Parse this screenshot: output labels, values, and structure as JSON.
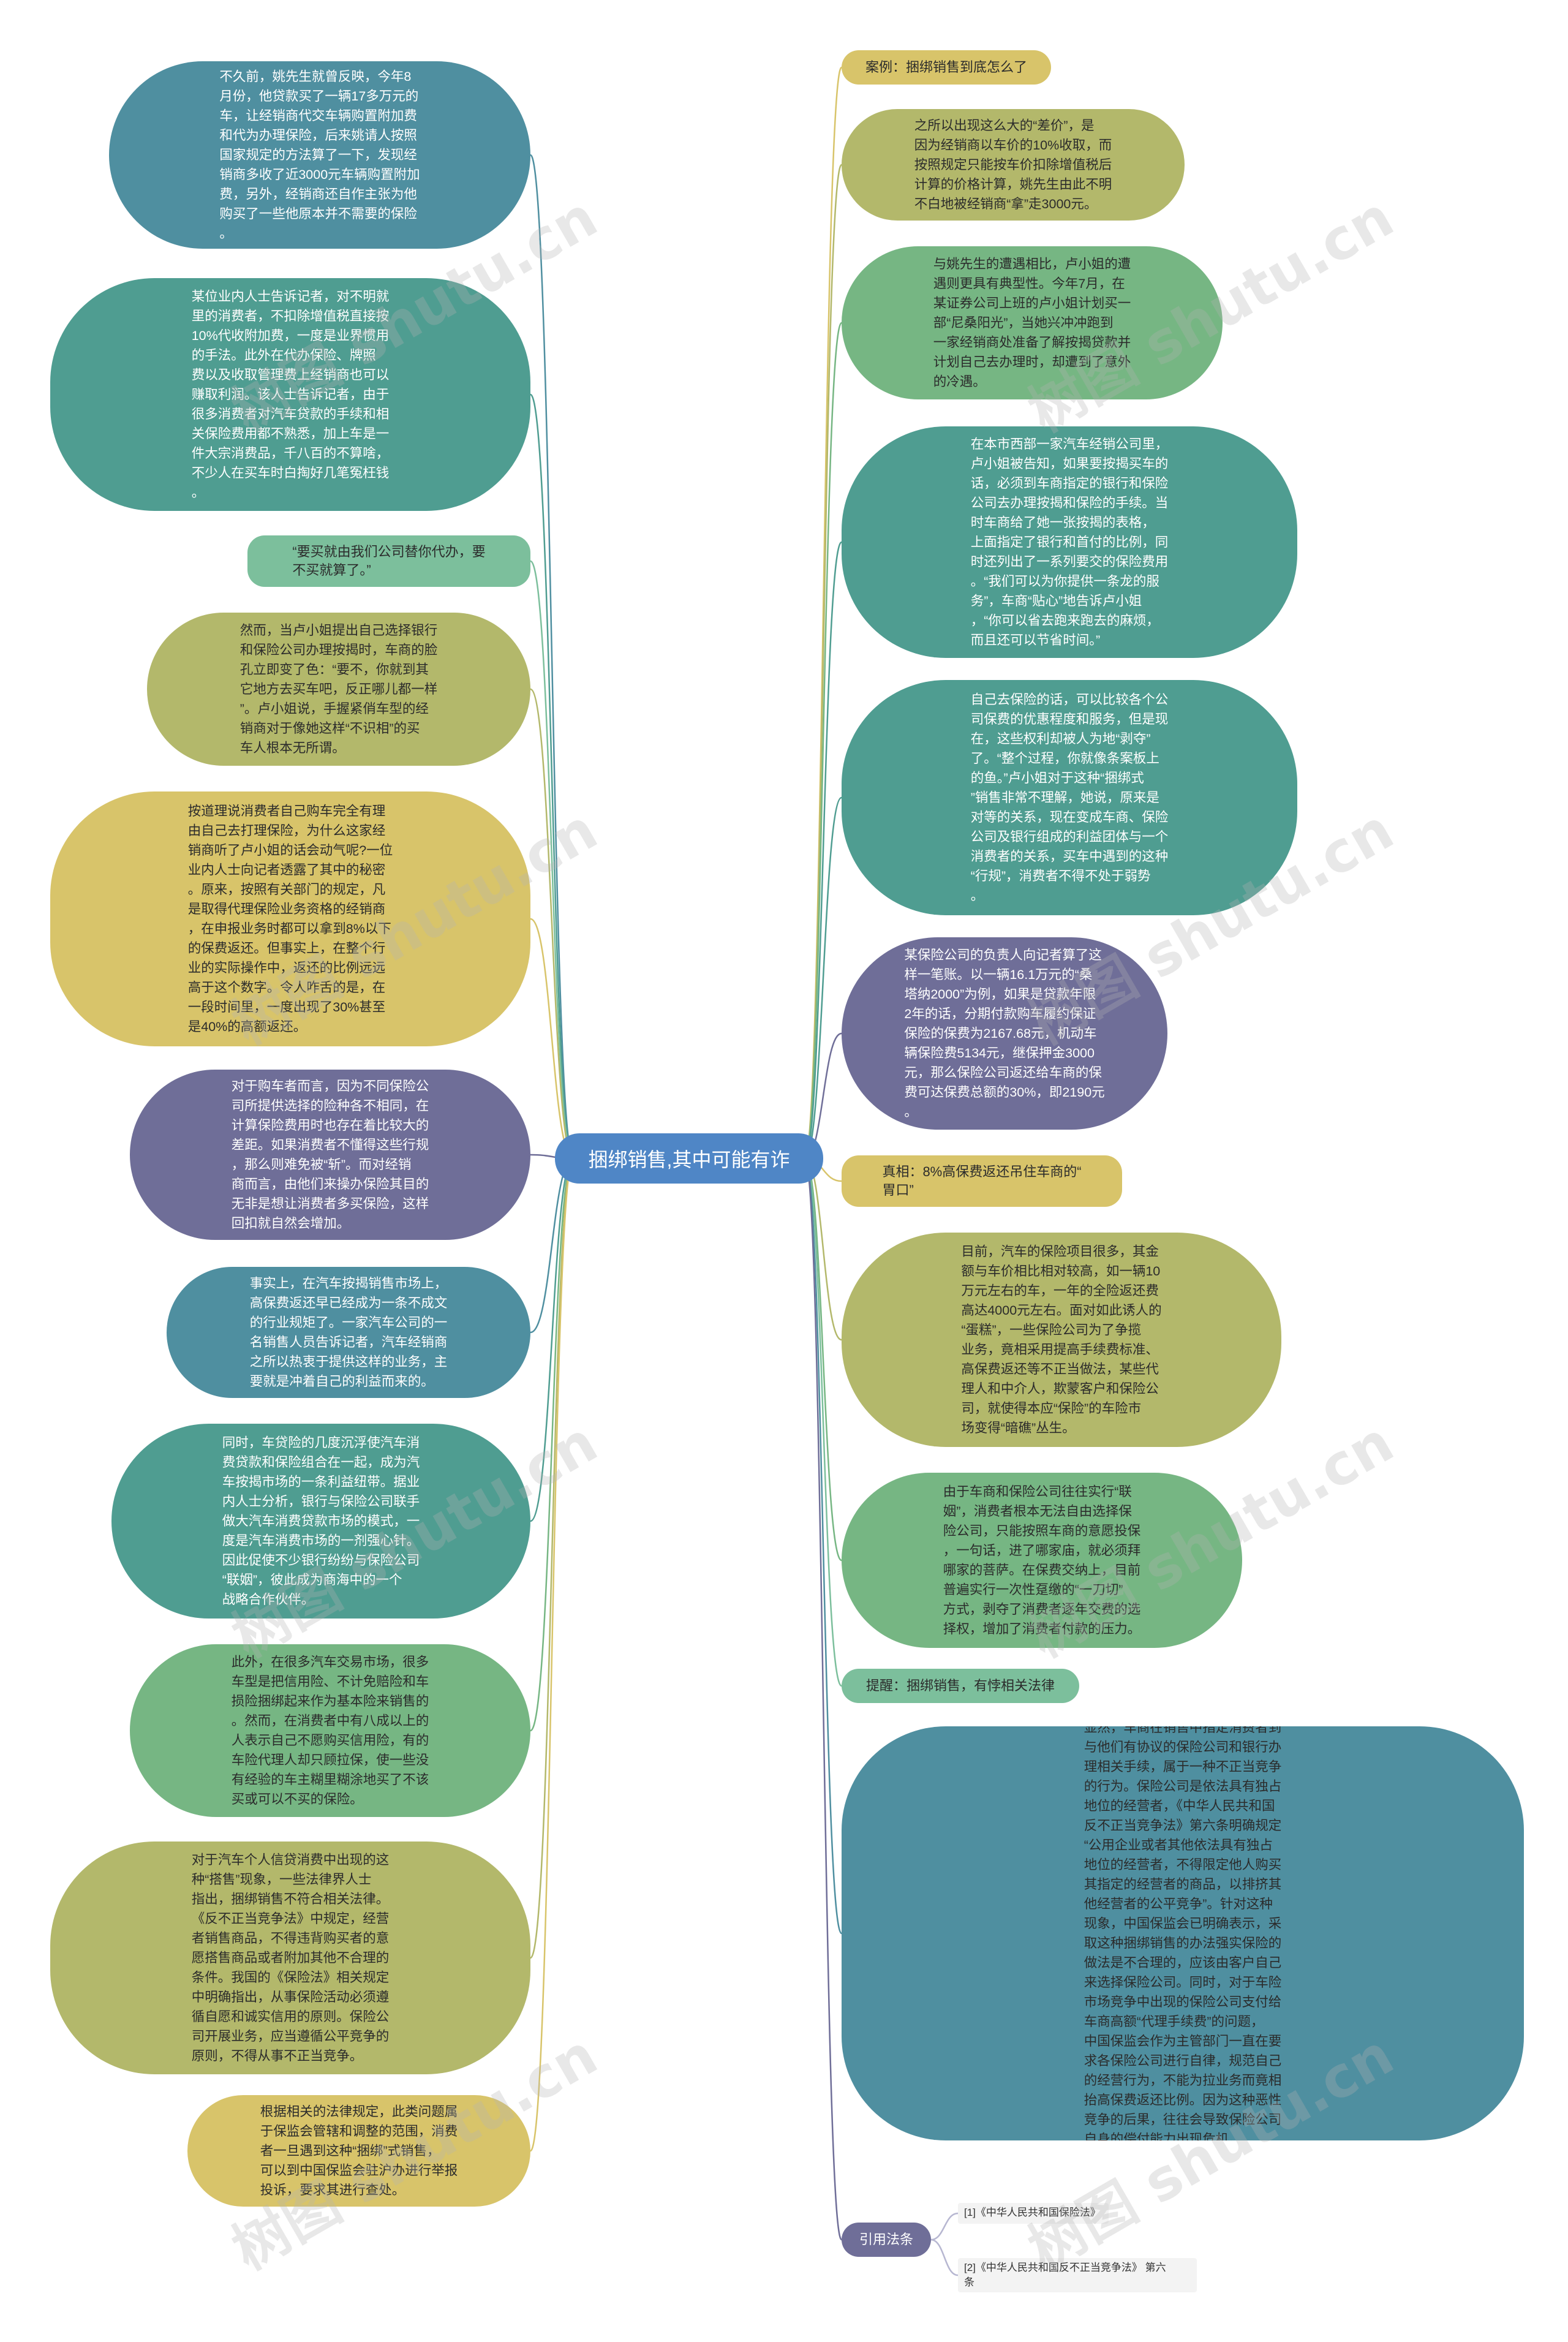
{
  "colors": {
    "teal_dark": "#4f8fa0",
    "teal": "#4f9d91",
    "green": "#76b683",
    "olive": "#b3b86b",
    "mustard": "#d8c46a",
    "purple": "#6f6e98",
    "teal_light": "#7cbf9c",
    "root": "#4f86c6",
    "link_gray": "#c8c8c8"
  },
  "root": {
    "label": "捆绑销售,其中可能有诈"
  },
  "right": [
    {
      "text": "案例：捆绑销售到底怎么了"
    },
    {
      "text": "之所以出现这么大的“差价”，是\n因为经销商以车价的10%收取，而\n按照规定只能按车价扣除增值税后\n计算的价格计算，姚先生由此不明\n不白地被经销商“拿”走3000元。"
    },
    {
      "text": "与姚先生的遭遇相比，卢小姐的遭\n遇则更具有典型性。今年7月，在\n某证券公司上班的卢小姐计划买一\n部“尼桑阳光”，当她兴冲冲跑到\n一家经销商处准备了解按揭贷款并\n计划自己去办理时，却遭到了意外\n的冷遇。"
    },
    {
      "text": "在本市西部一家汽车经销公司里，\n卢小姐被告知，如果要按揭买车的\n话，必须到车商指定的银行和保险\n公司去办理按揭和保险的手续。当\n时车商给了她一张按揭的表格，\n上面指定了银行和首付的比例，同\n时还列出了一系列要交的保险费用\n。“我们可以为你提供一条龙的服\n务”，车商“贴心”地告诉卢小姐\n，“你可以省去跑来跑去的麻烦，\n而且还可以节省时间。”"
    },
    {
      "text": "自己去保险的话，可以比较各个公\n司保费的优惠程度和服务，但是现\n在，这些权利却被人为地“剥夺”\n了。“整个过程，你就像条案板上\n的鱼。”卢小姐对于这种“捆绑式\n”销售非常不理解，她说，原来是\n对等的关系，现在变成车商、保险\n公司及银行组成的利益团体与一个\n消费者的关系，买车中遇到的这种\n“行规”，消费者不得不处于弱势\n。"
    },
    {
      "text": "某保险公司的负责人向记者算了这\n样一笔账。以一辆16.1万元的“桑\n塔纳2000”为例，如果是贷款年限\n2年的话，分期付款购车履约保证\n保险的保费为2167.68元，机动车\n辆保险费5134元，继保押金3000\n元，那么保险公司返还给车商的保\n费可达保费总额的30%，即2190元\n。"
    },
    {
      "text": "真相：8%高保费返还吊住车商的“\n胃口”"
    },
    {
      "text": "目前，汽车的保险项目很多，其金\n额与车价相比相对较高，如一辆10\n万元左右的车，一年的全险返还费\n高达4000元左右。面对如此诱人的\n“蛋糕”，一些保险公司为了争揽\n业务，竟相采用提高手续费标准、\n高保费返还等不正当做法，某些代\n理人和中介人，欺蒙客户和保险公\n司，就使得本应“保险”的车险市\n场变得“暗礁”丛生。"
    },
    {
      "text": "由于车商和保险公司往往实行“联\n姻”，消费者根本无法自由选择保\n险公司，只能按照车商的意愿投保\n，一句话，进了哪家庙，就必须拜\n哪家的菩萨。在保费交纳上，目前\n普遍实行一次性趸缴的“一刀切”\n方式，剥夺了消费者逐年交费的选\n择权，增加了消费者付款的压力。"
    },
    {
      "text": "提醒：捆绑销售，有悖相关法律"
    },
    {
      "text": "显然，车商在销售中指定消费者到\n与他们有协议的保险公司和银行办\n理相关手续，属于一种不正当竞争\n的行为。保险公司是依法具有独占\n地位的经营者，《中华人民共和国\n反不正当竞争法》第六条明确规定\n“公用企业或者其他依法具有独占\n地位的经营者，不得限定他人购买\n其指定的经营者的商品，以排挤其\n他经营者的公平竞争”。针对这种\n现象，中国保监会已明确表示，采\n取这种捆绑销售的办法强实保险的\n做法是不合理的，应该由客户自己\n来选择保险公司。同时，对于车险\n市场竞争中出现的保险公司支付给\n车商高额“代理手续费”的问题，\n中国保监会作为主管部门一直在要\n求各保险公司进行自律，规范自己\n的经营行为，不能为拉业务而竟相\n抬高保费返还比例。因为这种恶性\n竞争的后果，往往会导致保险公司\n自身的偿付能力出现危机。"
    },
    {
      "text": "引用法条"
    }
  ],
  "left": [
    {
      "text": "不久前，姚先生就曾反映，今年8\n月份，他贷款买了一辆17多万元的\n车，让经销商代交车辆购置附加费\n和代为办理保险，后来姚请人按照\n国家规定的方法算了一下，发现经\n销商多收了近3000元车辆购置附加\n费，另外，经销商还自作主张为他\n购买了一些他原本并不需要的保险\n。"
    },
    {
      "text": "某位业内人士告诉记者，对不明就\n里的消费者，不扣除增值税直接按\n10%代收附加费，一度是业界惯用\n的手法。此外在代办保险、牌照\n费以及收取管理费上经销商也可以\n赚取利润。该人士告诉记者，由于\n很多消费者对汽车贷款的手续和相\n关保险费用都不熟悉，加上车是一\n件大宗消费品，千八百的不算啥，\n不少人在买车时白掏好几笔冤枉钱\n。"
    },
    {
      "text": "“要买就由我们公司替你代办，要\n不买就算了。”"
    },
    {
      "text": "然而，当卢小姐提出自己选择银行\n和保险公司办理按揭时，车商的脸\n孔立即变了色：“要不，你就到其\n它地方去买车吧，反正哪儿都一样\n”。卢小姐说，手握紧俏车型的经\n销商对于像她这样“不识相”的买\n车人根本无所谓。"
    },
    {
      "text": "按道理说消费者自己购车完全有理\n由自己去打理保险，为什么这家经\n销商听了卢小姐的话会动气呢?一位\n业内人士向记者透露了其中的秘密\n。原来，按照有关部门的规定，凡\n是取得代理保险业务资格的经销商\n，在申报业务时都可以拿到8%以下\n的保费返还。但事实上，在整个行\n业的实际操作中，返还的比例远远\n高于这个数字。令人咋舌的是，在\n一段时间里，一度出现了30%甚至\n是40%的高额返还。"
    },
    {
      "text": "对于购车者而言，因为不同保险公\n司所提供选择的险种各不相同，在\n计算保险费用时也存在着比较大的\n差距。如果消费者不懂得这些行规\n，那么则难免被“斩”。而对经销\n商而言，由他们来操办保险其目的\n无非是想让消费者多买保险，这样\n回扣就自然会增加。"
    },
    {
      "text": "事实上，在汽车按揭销售市场上，\n高保费返还早已经成为一条不成文\n的行业规矩了。一家汽车公司的一\n名销售人员告诉记者，汽车经销商\n之所以热衷于提供这样的业务，主\n要就是冲着自己的利益而来的。"
    },
    {
      "text": "同时，车贷险的几度沉浮使汽车消\n费贷款和保险组合在一起，成为汽\n车按揭市场的一条利益纽带。据业\n内人士分析，银行与保险公司联手\n做大汽车消费贷款市场的模式，一\n度是汽车消费市场的一剂强心针。\n因此促使不少银行纷纷与保险公司\n“联姻”，彼此成为商海中的一个\n战略合作伙伴。"
    },
    {
      "text": "此外，在很多汽车交易市场，很多\n车型是把信用险、不计免赔险和车\n损险捆绑起来作为基本险来销售的\n。然而，在消费者中有八成以上的\n人表示自己不愿购买信用险，有的\n车险代理人却只顾拉保，使一些没\n有经验的车主糊里糊涂地买了不该\n买或可以不买的保险。"
    },
    {
      "text": "对于汽车个人信贷消费中出现的这\n种“搭售”现象，一些法律界人士\n指出，捆绑销售不符合相关法律。\n《反不正当竞争法》中规定，经营\n者销售商品，不得违背购买者的意\n愿搭售商品或者附加其他不合理的\n条件。我国的《保险法》相关规定\n中明确指出，从事保险活动必须遵\n循自愿和诚实信用的原则。保险公\n司开展业务，应当遵循公平竞争的\n原则，不得从事不正当竞争。"
    },
    {
      "text": "根据相关的法律规定，此类问题属\n于保监会管辖和调整的范围，消费\n者一旦遇到这种“捆绑”式销售，\n可以到中国保监会驻沪办进行举报\n投诉，要求其进行查处。"
    }
  ],
  "refs": [
    {
      "text": "[1]《中华人民共和国保险法》"
    },
    {
      "text": "[2]《中华人民共和国反不正当竞争法》 第六\n条"
    }
  ],
  "watermark": "树图 shutu.cn"
}
